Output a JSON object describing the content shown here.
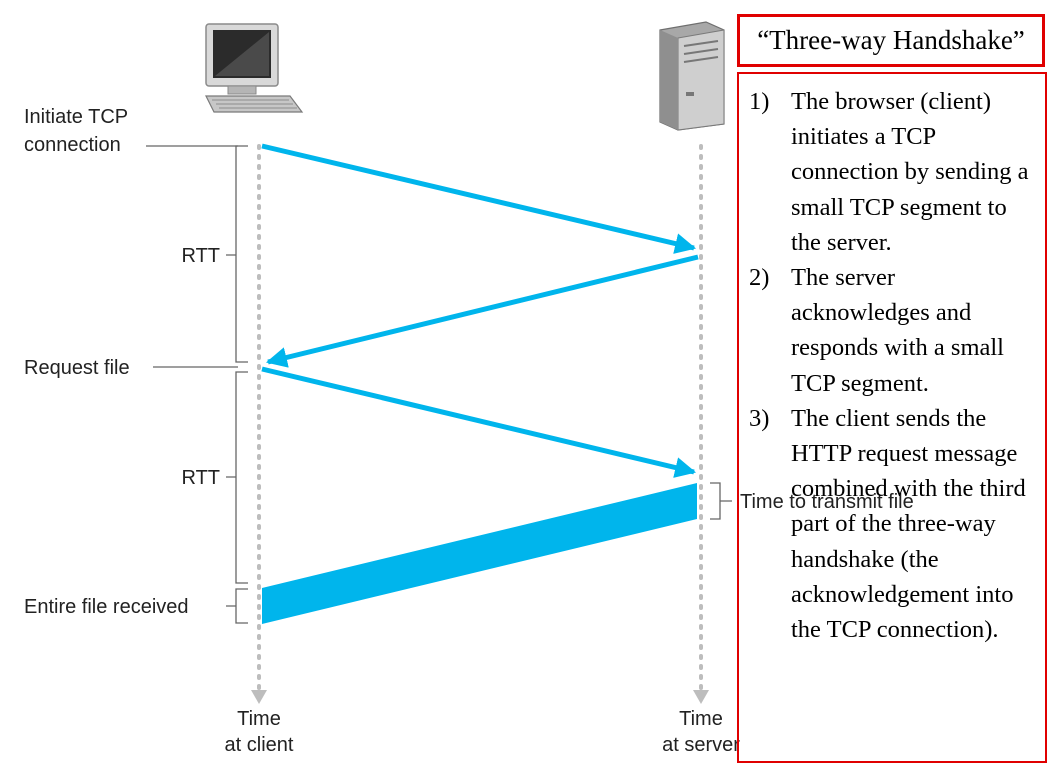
{
  "diagram": {
    "client_labels": {
      "initiate_line1": "Initiate TCP",
      "initiate_line2": "connection",
      "rtt_1": "RTT",
      "request_file": "Request file",
      "rtt_2": "RTT",
      "entire_file": "Entire file received"
    },
    "server_labels": {
      "transmit_time": "Time to transmit file"
    },
    "axis_labels": {
      "client_line1": "Time",
      "client_line2": "at client",
      "server_line1": "Time",
      "server_line2": "at server"
    },
    "colors": {
      "arrow": "#00b5ec",
      "dotted_timeline": "#bdbdbd",
      "bracket": "#555555",
      "callout_border": "#e00000"
    },
    "icons": [
      "desktop-computer-icon",
      "server-tower-icon"
    ]
  },
  "callout": {
    "title": "“Three-way Handshake”",
    "steps": [
      {
        "num": "1)",
        "text": "The browser (client) initiates a TCP connection by sending a small TCP segment to the server."
      },
      {
        "num": "2)",
        "text": "The server acknowledges and responds with a small TCP segment."
      },
      {
        "num": "3)",
        "text": "The client sends the HTTP request message combined with the third part of the three-way handshake (the acknowledgement into the TCP connection)."
      }
    ]
  }
}
